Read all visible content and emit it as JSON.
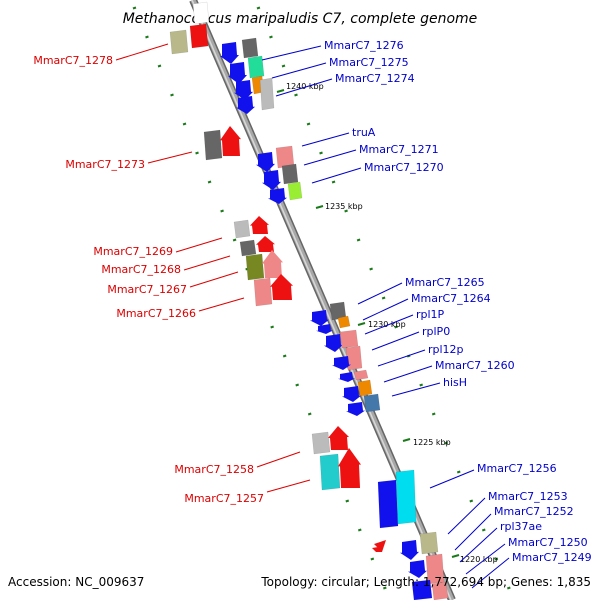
{
  "title": "Methanococcus maripaludis C7, complete genome",
  "accession": "Accession: NC_009637",
  "topology": "Topology: circular; Length: 1,772,694 bp; Genes: 1,835",
  "colors": {
    "left_label": "#dd0000",
    "right_label": "#0000cc",
    "backbone": "#888888",
    "tick": "#1a7a1a"
  },
  "kbp_marks": [
    "1240 kbp",
    "1235 kbp",
    "1230 kbp",
    "1225 kbp",
    "1220 kbp"
  ],
  "left_labels": [
    "MmarC7_1278",
    "MmarC7_1273",
    "MmarC7_1269",
    "MmarC7_1268",
    "MmarC7_1267",
    "MmarC7_1266",
    "MmarC7_1258",
    "MmarC7_1257"
  ],
  "right_labels": [
    "MmarC7_1276",
    "MmarC7_1275",
    "MmarC7_1274",
    "truA",
    "MmarC7_1271",
    "MmarC7_1270",
    "MmarC7_1265",
    "MmarC7_1264",
    "rpl1P",
    "rplP0",
    "rpl12p",
    "MmarC7_1260",
    "hisH",
    "MmarC7_1256",
    "MmarC7_1253",
    "MmarC7_1252",
    "rpl37ae",
    "MmarC7_1250",
    "MmarC7_1249"
  ]
}
